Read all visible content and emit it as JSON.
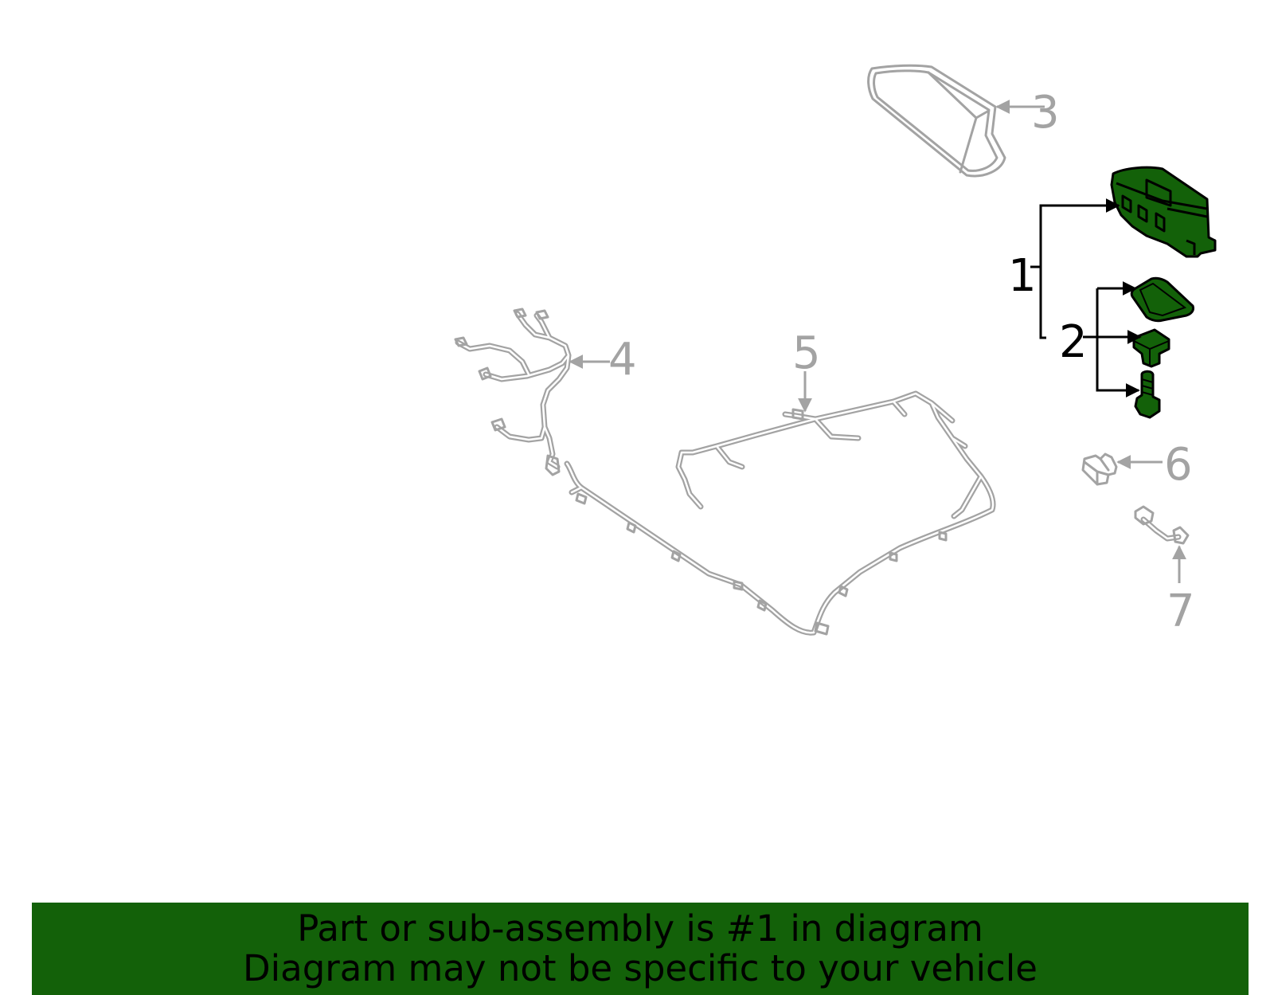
{
  "colors": {
    "highlight": "#136109",
    "faint": "#a3a3a3",
    "ink": "#000000",
    "banner": "#136109"
  },
  "callouts": {
    "c1": "1",
    "c2": "2",
    "c3": "3",
    "c4": "4",
    "c5": "5",
    "c6": "6",
    "c7": "7"
  },
  "banner": {
    "line1": "Part or sub-assembly is #1 in diagram",
    "line2": "Diagram may not be specific to your vehicle"
  }
}
